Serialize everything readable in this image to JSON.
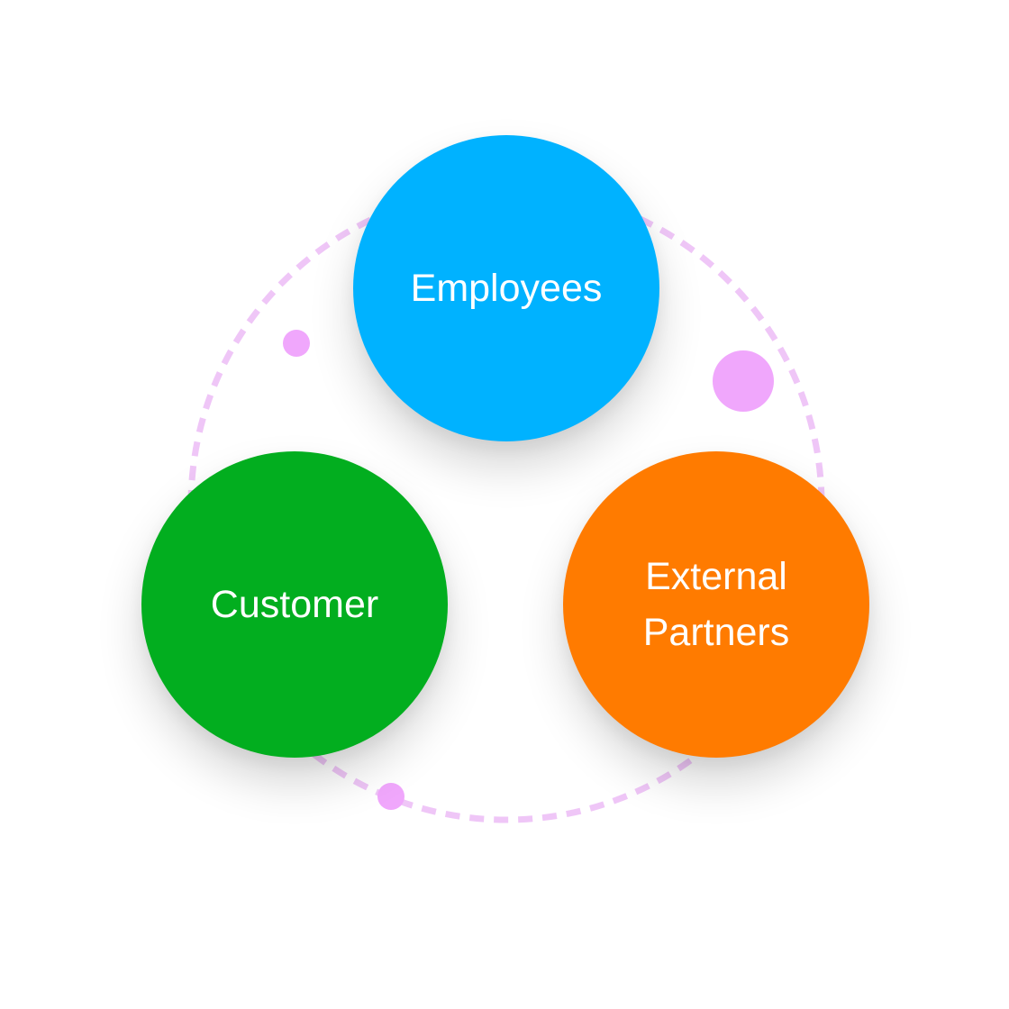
{
  "diagram": {
    "type": "cycle",
    "nodes": [
      {
        "id": "employees",
        "label_lines": [
          "Employees"
        ],
        "color": "#00B2FF"
      },
      {
        "id": "customer",
        "label_lines": [
          "Customer"
        ],
        "color": "#02AE1F"
      },
      {
        "id": "external-partners",
        "label_lines": [
          "External",
          "Partners"
        ],
        "color": "#FF7B00"
      }
    ],
    "connector": {
      "style": "dashed",
      "color": "#EFC6F7",
      "dot_color": "#F0A7FC"
    },
    "markers": 3
  }
}
